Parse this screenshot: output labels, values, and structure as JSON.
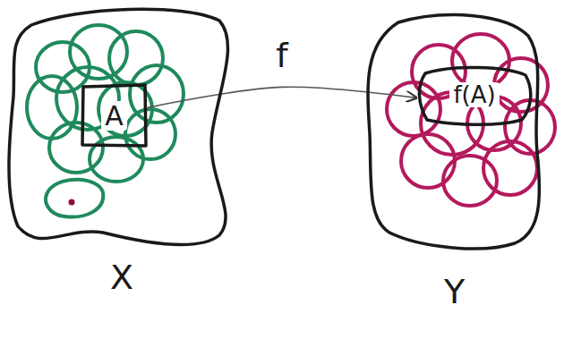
{
  "diagram": {
    "nodes": [
      {
        "text": [
          "X"
        ]
      },
      {
        "text": [
          "Y"
        ]
      },
      {
        "text": [
          "A"
        ],
        "in": 0
      },
      {
        "text": [
          "f(A)"
        ],
        "in": 1
      }
    ],
    "edges": [
      {
        "from": 2,
        "to": 3,
        "label": "f",
        "arrow": "to"
      }
    ]
  }
}
